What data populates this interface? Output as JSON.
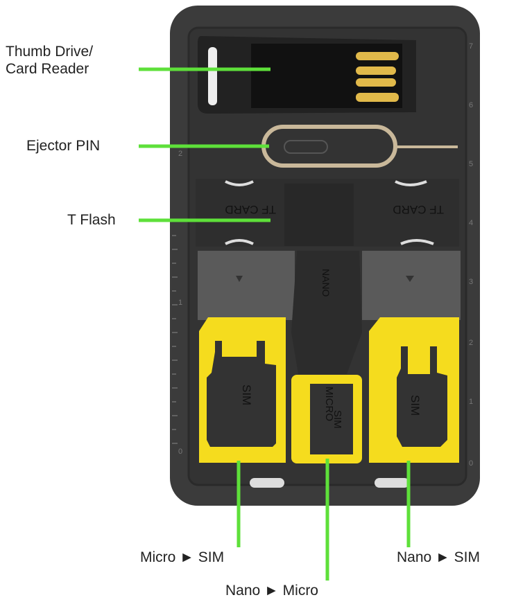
{
  "labels": {
    "thumb_drive_line1": "Thumb Drive/",
    "thumb_drive_line2": "Card Reader",
    "ejector_pin": "Ejector PIN",
    "t_flash": "T Flash",
    "micro_sim": "Micro ► SIM",
    "nano_micro": "Nano ► Micro",
    "nano_sim": "Nano ► SIM"
  },
  "card_text": {
    "tf_card_left": "TF CARD",
    "tf_card_right": "TF CARD",
    "nano": "NANO",
    "sim_left": "SIM",
    "micro_sim_line1": "MICRO",
    "micro_sim_line2": "SIM",
    "sim_right": "SIM"
  },
  "ruler_right": [
    "7",
    "6",
    "5",
    "4",
    "3",
    "2",
    "1",
    "0"
  ],
  "ruler_left": [
    "2",
    "1",
    "0"
  ],
  "colors": {
    "callout_line": "#5ee03a",
    "adapter_yellow": "#f5dc1e",
    "card_body": "#3a3a3a",
    "gold": "#e1b94a"
  }
}
